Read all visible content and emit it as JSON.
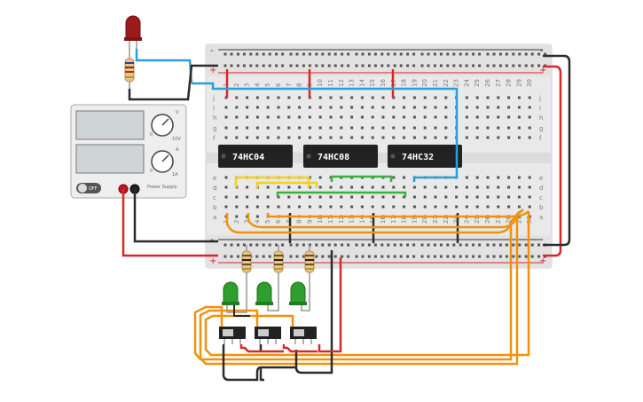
{
  "breadboard": {
    "row_letters_top": [
      "j",
      "i",
      "h",
      "g",
      "f"
    ],
    "row_letters_bottom": [
      "e",
      "d",
      "c",
      "b",
      "a"
    ],
    "rail_plus": "+",
    "rail_minus": "-",
    "column_numbers": [
      "1",
      "2",
      "3",
      "4",
      "5",
      "6",
      "7",
      "8",
      "9",
      "10",
      "11",
      "12",
      "13",
      "14",
      "15",
      "16",
      "17",
      "18",
      "19",
      "20",
      "21",
      "22",
      "23",
      "24",
      "25",
      "26",
      "27",
      "28",
      "29",
      "30"
    ]
  },
  "chips": [
    {
      "label": "74HC04"
    },
    {
      "label": "74HC08"
    },
    {
      "label": "74HC32"
    }
  ],
  "power_supply": {
    "off_label": "OFF",
    "knob1_marks": [
      "V",
      "0",
      "10V"
    ],
    "knob2_marks": [
      "A",
      "0",
      "1A"
    ],
    "brand": "Power Supply"
  },
  "components": {
    "leds_green": 3,
    "leds_red": 1,
    "resistors": 4,
    "switches": 3
  },
  "colors": {
    "wire_orange": "#f0920a",
    "wire_red": "#d62828",
    "wire_black": "#2b2b2b",
    "wire_blue": "#2a9fd6",
    "wire_yellow": "#f2d21b",
    "wire_green": "#3cb043",
    "led_green": "#2e9e2e",
    "led_red": "#9b1b1b",
    "board": "#e9e9e9",
    "chip": "#222222"
  }
}
